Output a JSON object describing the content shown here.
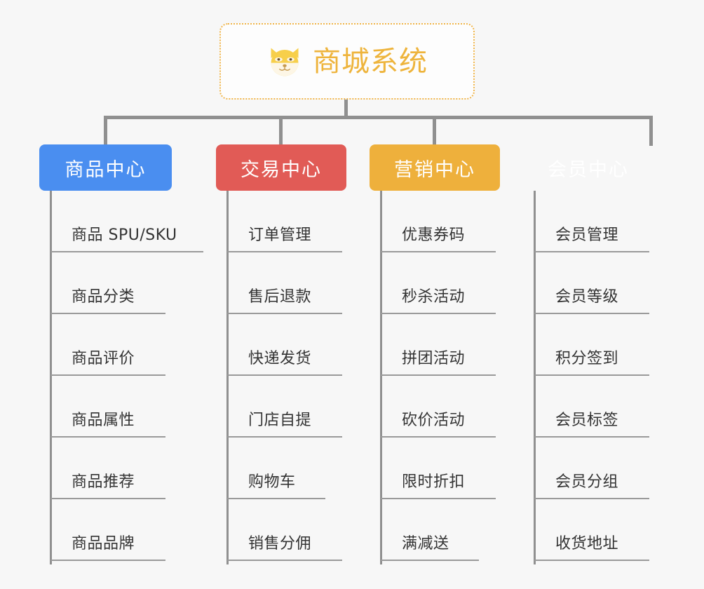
{
  "root": {
    "title": "商城系统",
    "icon": "shiba-dog-icon",
    "border_color": "#f0b54a",
    "text_color": "#eeb43c",
    "background": "#fdfdfd"
  },
  "canvas": {
    "background": "#f7f7f7",
    "connector_color": "#909090",
    "leaf_text_color": "#333333",
    "leaf_line_color": "#9a9a9a"
  },
  "branches": [
    {
      "label": "商品中心",
      "color": "#4a8ef0",
      "items": [
        "商品 SPU/SKU",
        "商品分类",
        "商品评价",
        "商品属性",
        "商品推荐",
        "商品品牌"
      ]
    },
    {
      "label": "交易中心",
      "color": "#e15b56",
      "items": [
        "订单管理",
        "售后退款",
        "快递发货",
        "门店自提",
        "购物车",
        "销售分佣"
      ]
    },
    {
      "label": "营销中心",
      "color": "#eeb03c",
      "items": [
        "优惠券码",
        "秒杀活动",
        "拼团活动",
        "砍价活动",
        "限时折扣",
        "满减送"
      ]
    },
    {
      "label": "会员中心",
      "color": "#79c council",
      "items": [
        "会员管理",
        "会员等级",
        "积分签到",
        "会员标签",
        "会员分组",
        "收货地址"
      ]
    }
  ]
}
